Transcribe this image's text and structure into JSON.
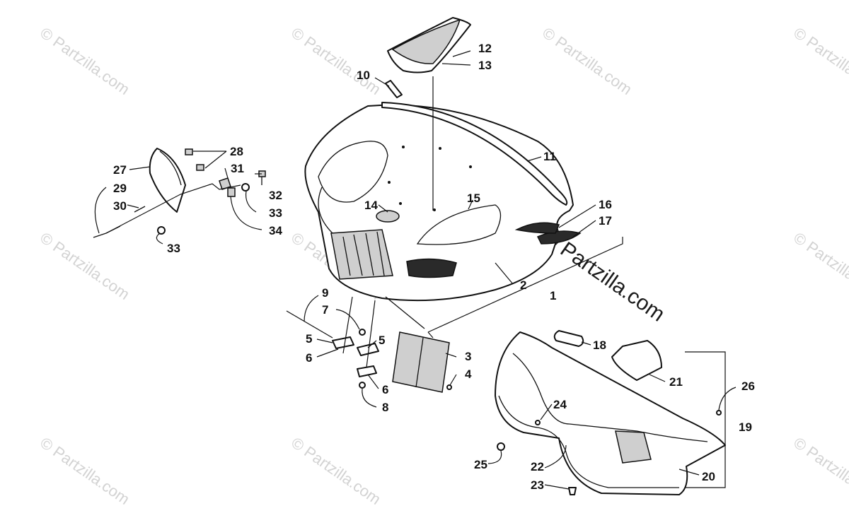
{
  "watermarks": {
    "text": "© Partzilla.com",
    "main_text": "© Partzilla.com"
  },
  "callouts": [
    "1",
    "2",
    "3",
    "4",
    "5",
    "5",
    "6",
    "6",
    "7",
    "8",
    "9",
    "10",
    "11",
    "12",
    "13",
    "14",
    "15",
    "16",
    "17",
    "18",
    "19",
    "20",
    "21",
    "22",
    "23",
    "24",
    "25",
    "26",
    "27",
    "28",
    "29",
    "30",
    "31",
    "32",
    "33",
    "33",
    "34"
  ]
}
